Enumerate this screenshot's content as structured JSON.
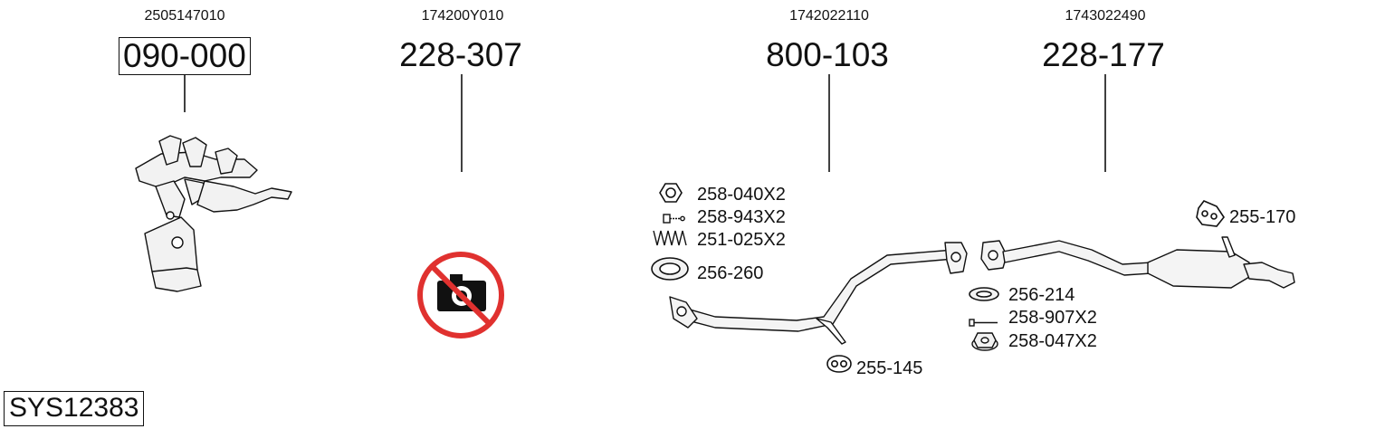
{
  "columns": [
    {
      "ref": "2505147010",
      "code": "090-000",
      "boxed": true
    },
    {
      "ref": "174200Y010",
      "code": "228-307",
      "boxed": false
    },
    {
      "ref": "1742022110",
      "code": "800-103",
      "boxed": false
    },
    {
      "ref": "1743022490",
      "code": "228-177",
      "boxed": false
    }
  ],
  "parts": {
    "nut_m10": "258-040X2",
    "bolt": "258-943X2",
    "spring": "251-025X2",
    "gasket_ring": "256-260",
    "hanger_front": "255-145",
    "gasket_flat": "256-214",
    "bolt_long": "258-907X2",
    "nut_flange": "258-047X2",
    "hanger_rear": "255-170"
  },
  "system_id": "SYS12383",
  "icons": {
    "no_photo": "no-photo-icon",
    "no_photo_color": "#e0312f"
  }
}
